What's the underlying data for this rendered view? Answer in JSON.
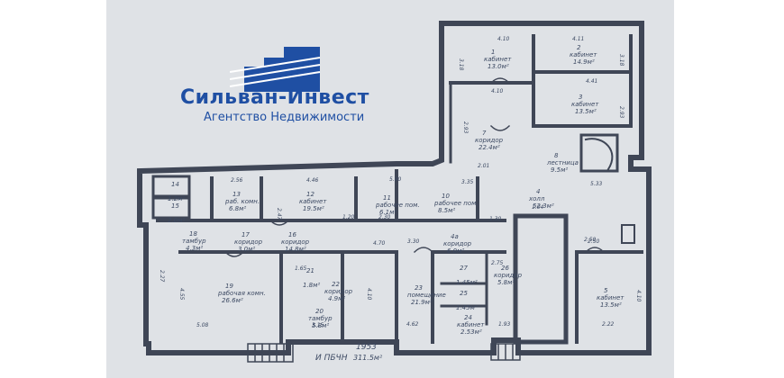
{
  "logo": {
    "name": "Сильван-Инвест",
    "tagline": "Агентство Недвижимости",
    "color": "#1f4fa3"
  },
  "plan": {
    "rooms": [
      {
        "id": "r1",
        "number": "1",
        "name": "кабинет",
        "area": "13.0м²"
      },
      {
        "id": "r2",
        "number": "2",
        "name": "кабинет",
        "area": "14.9м²"
      },
      {
        "id": "r3",
        "number": "3",
        "name": "кабинет",
        "area": "13.5м²"
      },
      {
        "id": "r4",
        "number": "4",
        "name": "холл",
        "area": "52.3м²"
      },
      {
        "id": "r5",
        "number": "5",
        "name": "кабинет",
        "area": "13.5м²"
      },
      {
        "id": "r7",
        "number": "7",
        "name": "коридор",
        "area": "22.4м²"
      },
      {
        "id": "r8",
        "number": "8",
        "name": "лестница",
        "area": "9.5м²"
      },
      {
        "id": "r10",
        "number": "10",
        "name": "рабочее пом.",
        "area": "8.5м²"
      },
      {
        "id": "r11",
        "number": "11",
        "name": "рабочее пом.",
        "area": "6.1м²"
      },
      {
        "id": "r12",
        "number": "12",
        "name": "кабинет",
        "area": "19.5м²"
      },
      {
        "id": "r13",
        "number": "13",
        "name": "раб. комн.",
        "area": "6.8м²"
      },
      {
        "id": "r14",
        "number": "14",
        "name": "",
        "area": "1.2м²"
      },
      {
        "id": "r15",
        "number": "15",
        "name": "",
        "area": "2.0м²"
      },
      {
        "id": "r16",
        "number": "16",
        "name": "коридор",
        "area": "14.8м²"
      },
      {
        "id": "r17",
        "number": "17",
        "name": "коридор",
        "area": "3.0м²"
      },
      {
        "id": "r18",
        "number": "18",
        "name": "тамбур",
        "area": "4.3м²"
      },
      {
        "id": "r19",
        "number": "19",
        "name": "рабочая комн.",
        "area": "26.6м²"
      },
      {
        "id": "r20",
        "number": "20",
        "name": "тамбур",
        "area": "5.8м²"
      },
      {
        "id": "r21",
        "number": "21",
        "name": "",
        "area": "1.8м²"
      },
      {
        "id": "r22",
        "number": "22",
        "name": "коридор",
        "area": "4.9м²"
      },
      {
        "id": "r23",
        "number": "23",
        "name": "помещение",
        "area": "21.9м²"
      },
      {
        "id": "r24",
        "number": "24",
        "name": "кабинет",
        "area": "2.53м²"
      },
      {
        "id": "r25",
        "number": "25",
        "name": "",
        "area": "1.45м²"
      },
      {
        "id": "r26",
        "number": "26",
        "name": "коридор",
        "area": "5.8м²"
      },
      {
        "id": "r27",
        "number": "27",
        "name": "",
        "area": "1.45м²"
      },
      {
        "id": "r49",
        "number": "4а",
        "name": "коридор",
        "area": "6.0м²"
      }
    ],
    "dimensions": [
      "4.10",
      "4.11",
      "4.41",
      "3.18",
      "3.18",
      "2.93",
      "2.93",
      "4.10",
      "2.50",
      "2.01",
      "3.35",
      "5.33",
      "5.90",
      "2.56",
      "4.46",
      "3.30",
      "2.47",
      "2.27",
      "2.50",
      "4.55",
      "5.08",
      "3.15",
      "4.10",
      "4.62",
      "1.93",
      "2.22",
      "4.10",
      "1.65",
      "4.70",
      "2.75",
      "1.30",
      "1.20",
      "2.30",
      "1.04"
    ],
    "stamp_top": "1953",
    "stamp_bottom": "И ПБЧН",
    "stamp_area": "311.5м²"
  }
}
